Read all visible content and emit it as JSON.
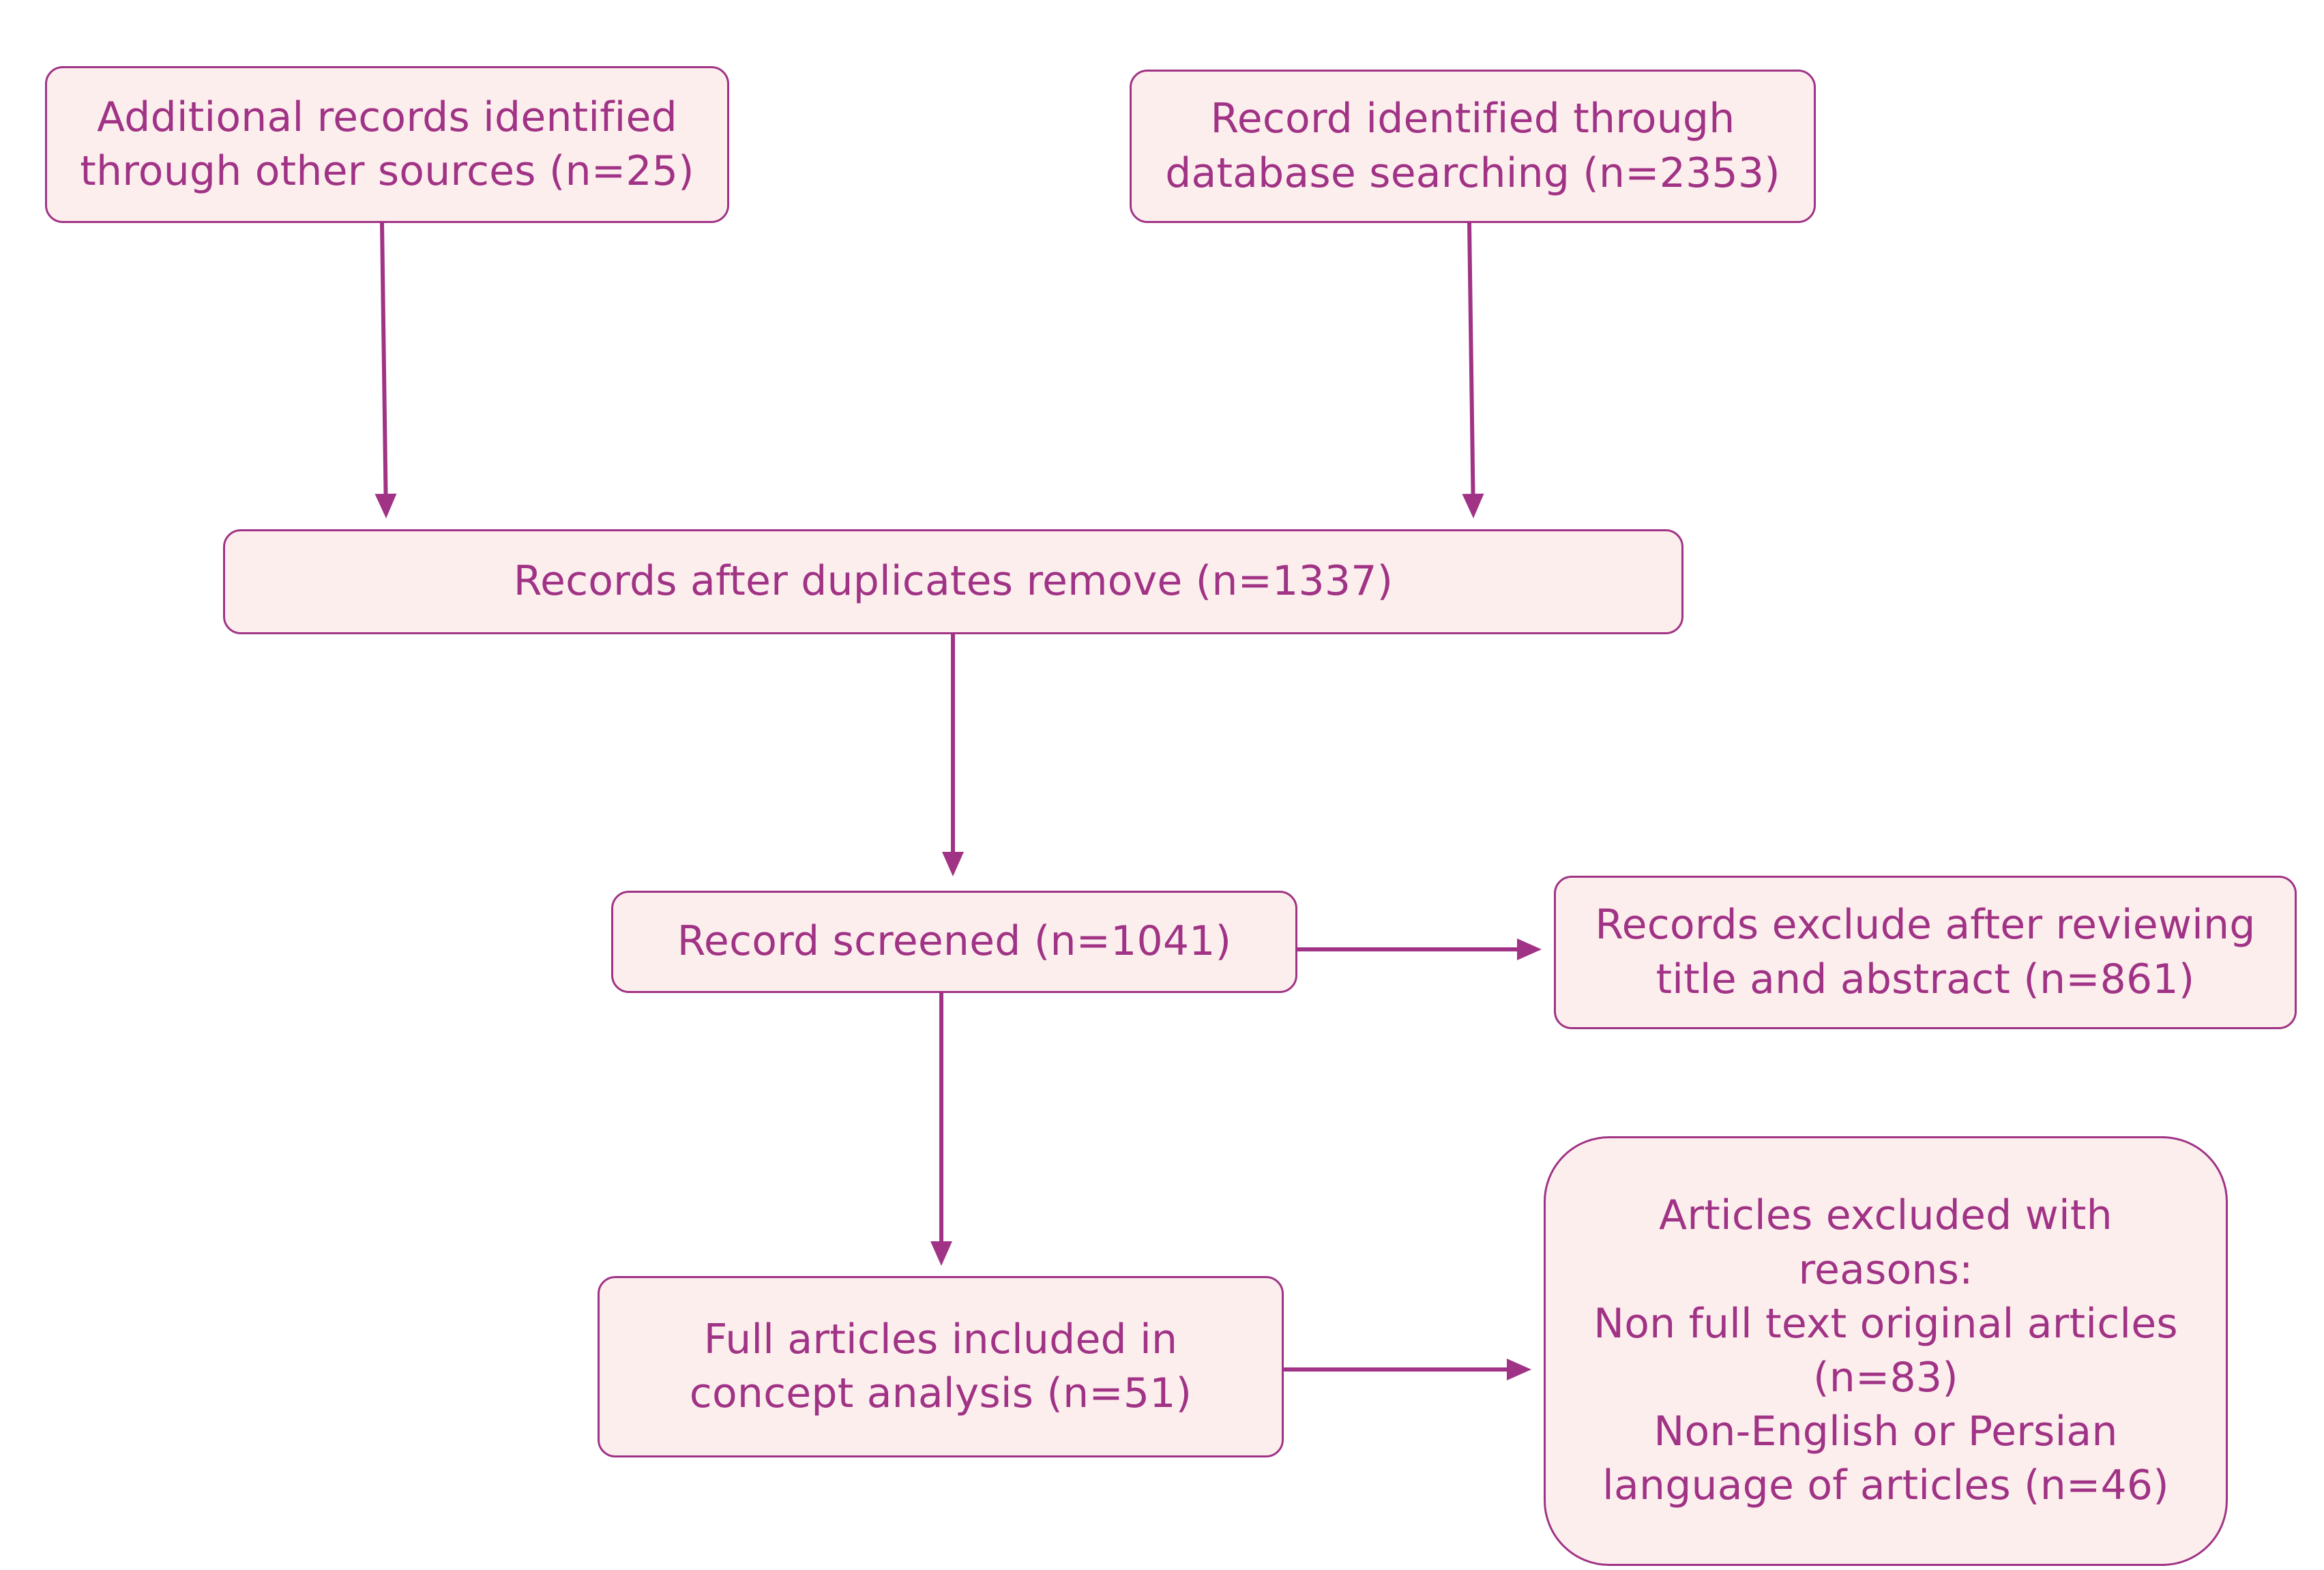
{
  "colors": {
    "accent": "#a03385",
    "box_fill": "#fdeeee",
    "background": "#ffffff"
  },
  "nodes": {
    "additional_records": {
      "lines": [
        "Additional records identified",
        "through other sources (n=25)"
      ]
    },
    "database_records": {
      "lines": [
        "Record identified through",
        "database searching (n=2353)"
      ]
    },
    "after_duplicates": {
      "lines": [
        "Records after duplicates remove (n=1337)"
      ]
    },
    "screened": {
      "lines": [
        "Record screened (n=1041)"
      ]
    },
    "excluded_title_abstract": {
      "lines": [
        "Records exclude after reviewing",
        "title and abstract (n=861)"
      ]
    },
    "full_articles": {
      "lines": [
        "Full articles included in",
        "concept analysis (n=51)"
      ]
    },
    "excluded_reasons": {
      "lines": [
        "Articles excluded with",
        "reasons:",
        "Non full text original articles",
        "(n=83)",
        "Non-English or Persian",
        "language of articles (n=46)"
      ]
    }
  },
  "edges": [
    {
      "from": "additional_records",
      "to": "after_duplicates"
    },
    {
      "from": "database_records",
      "to": "after_duplicates"
    },
    {
      "from": "after_duplicates",
      "to": "screened"
    },
    {
      "from": "screened",
      "to": "excluded_title_abstract"
    },
    {
      "from": "screened",
      "to": "full_articles"
    },
    {
      "from": "full_articles",
      "to": "excluded_reasons"
    }
  ]
}
